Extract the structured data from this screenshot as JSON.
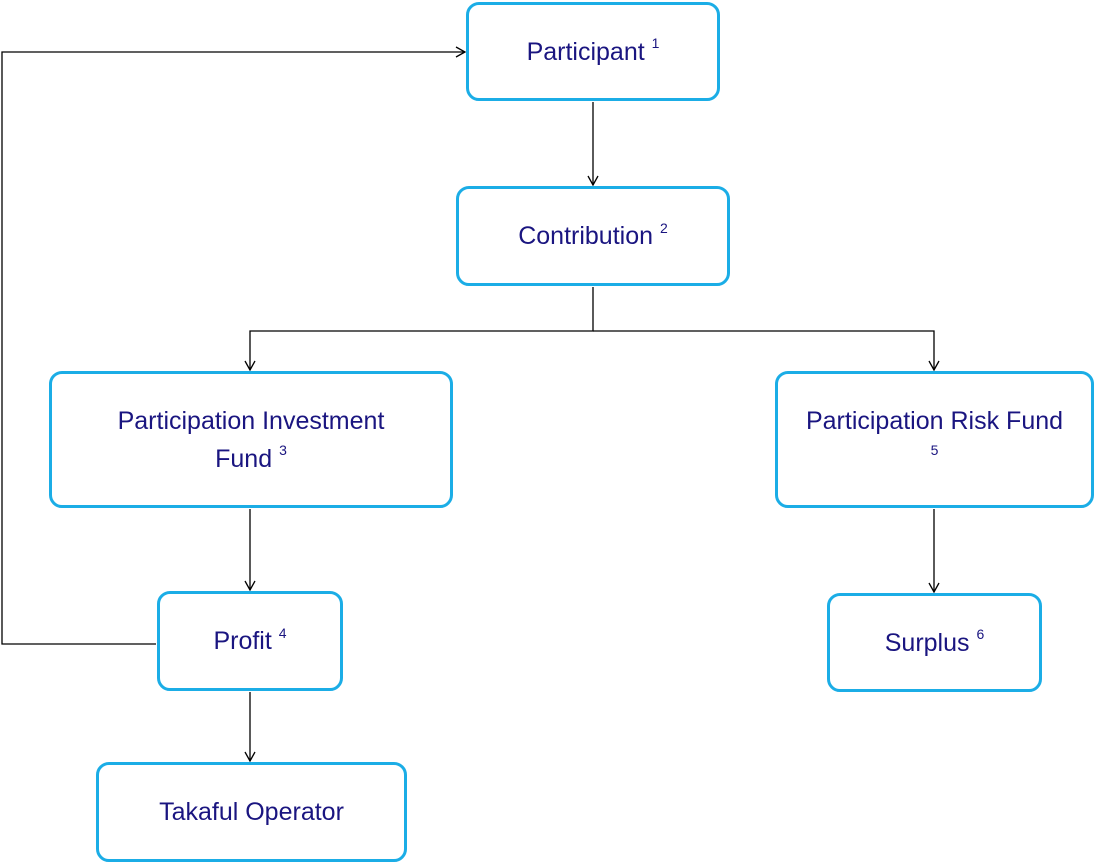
{
  "colors": {
    "box_border": "#1BADE6",
    "text": "#1A1580",
    "connector": "#000000",
    "background": "#FFFFFF"
  },
  "nodes": {
    "participant": {
      "label": "Participant",
      "note": "1"
    },
    "contribution": {
      "label": "Contribution",
      "note": "2"
    },
    "pif": {
      "label": "Participation Investment Fund",
      "note": "3"
    },
    "profit": {
      "label": "Profit",
      "note": "4"
    },
    "prf": {
      "label": "Participation Risk Fund",
      "note": "5"
    },
    "surplus": {
      "label": "Surplus",
      "note": "6"
    },
    "takaful": {
      "label": "Takaful Operator",
      "note": ""
    }
  },
  "edges": [
    {
      "from": "participant",
      "to": "contribution"
    },
    {
      "from": "contribution",
      "to": "pif"
    },
    {
      "from": "contribution",
      "to": "prf"
    },
    {
      "from": "pif",
      "to": "profit"
    },
    {
      "from": "profit",
      "to": "takaful"
    },
    {
      "from": "profit",
      "to": "participant"
    },
    {
      "from": "prf",
      "to": "surplus"
    }
  ]
}
